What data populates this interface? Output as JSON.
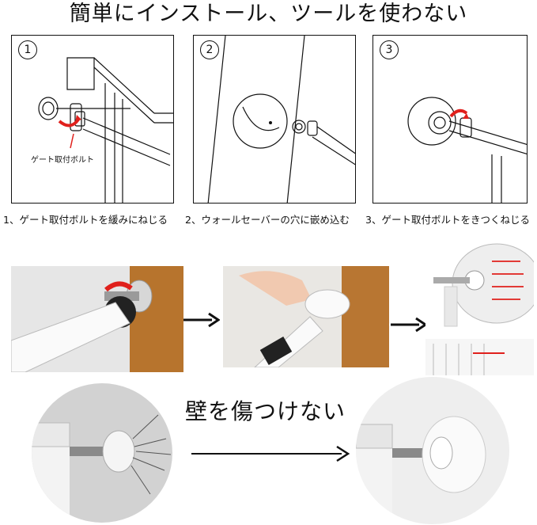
{
  "title": "簡単にインストール、ツールを使わない",
  "steps": [
    {
      "number": "1",
      "caption": "1、ゲート取付ボルトを緩みにねじる",
      "label": "ゲート取付ボルト"
    },
    {
      "number": "2",
      "caption": "2、ウォールセーバーの穴に嵌め込む"
    },
    {
      "number": "3",
      "caption": "3、ゲート取付ボルトをきつくねじる"
    }
  ],
  "slogan": "壁を傷つけない",
  "icons": [
    "arrow-right-icon",
    "rotate-arrow-icon"
  ],
  "colors": {
    "accent": "#e0201c",
    "line": "#111111",
    "wall": "#cfcfcf",
    "wood": "#c8894a"
  }
}
